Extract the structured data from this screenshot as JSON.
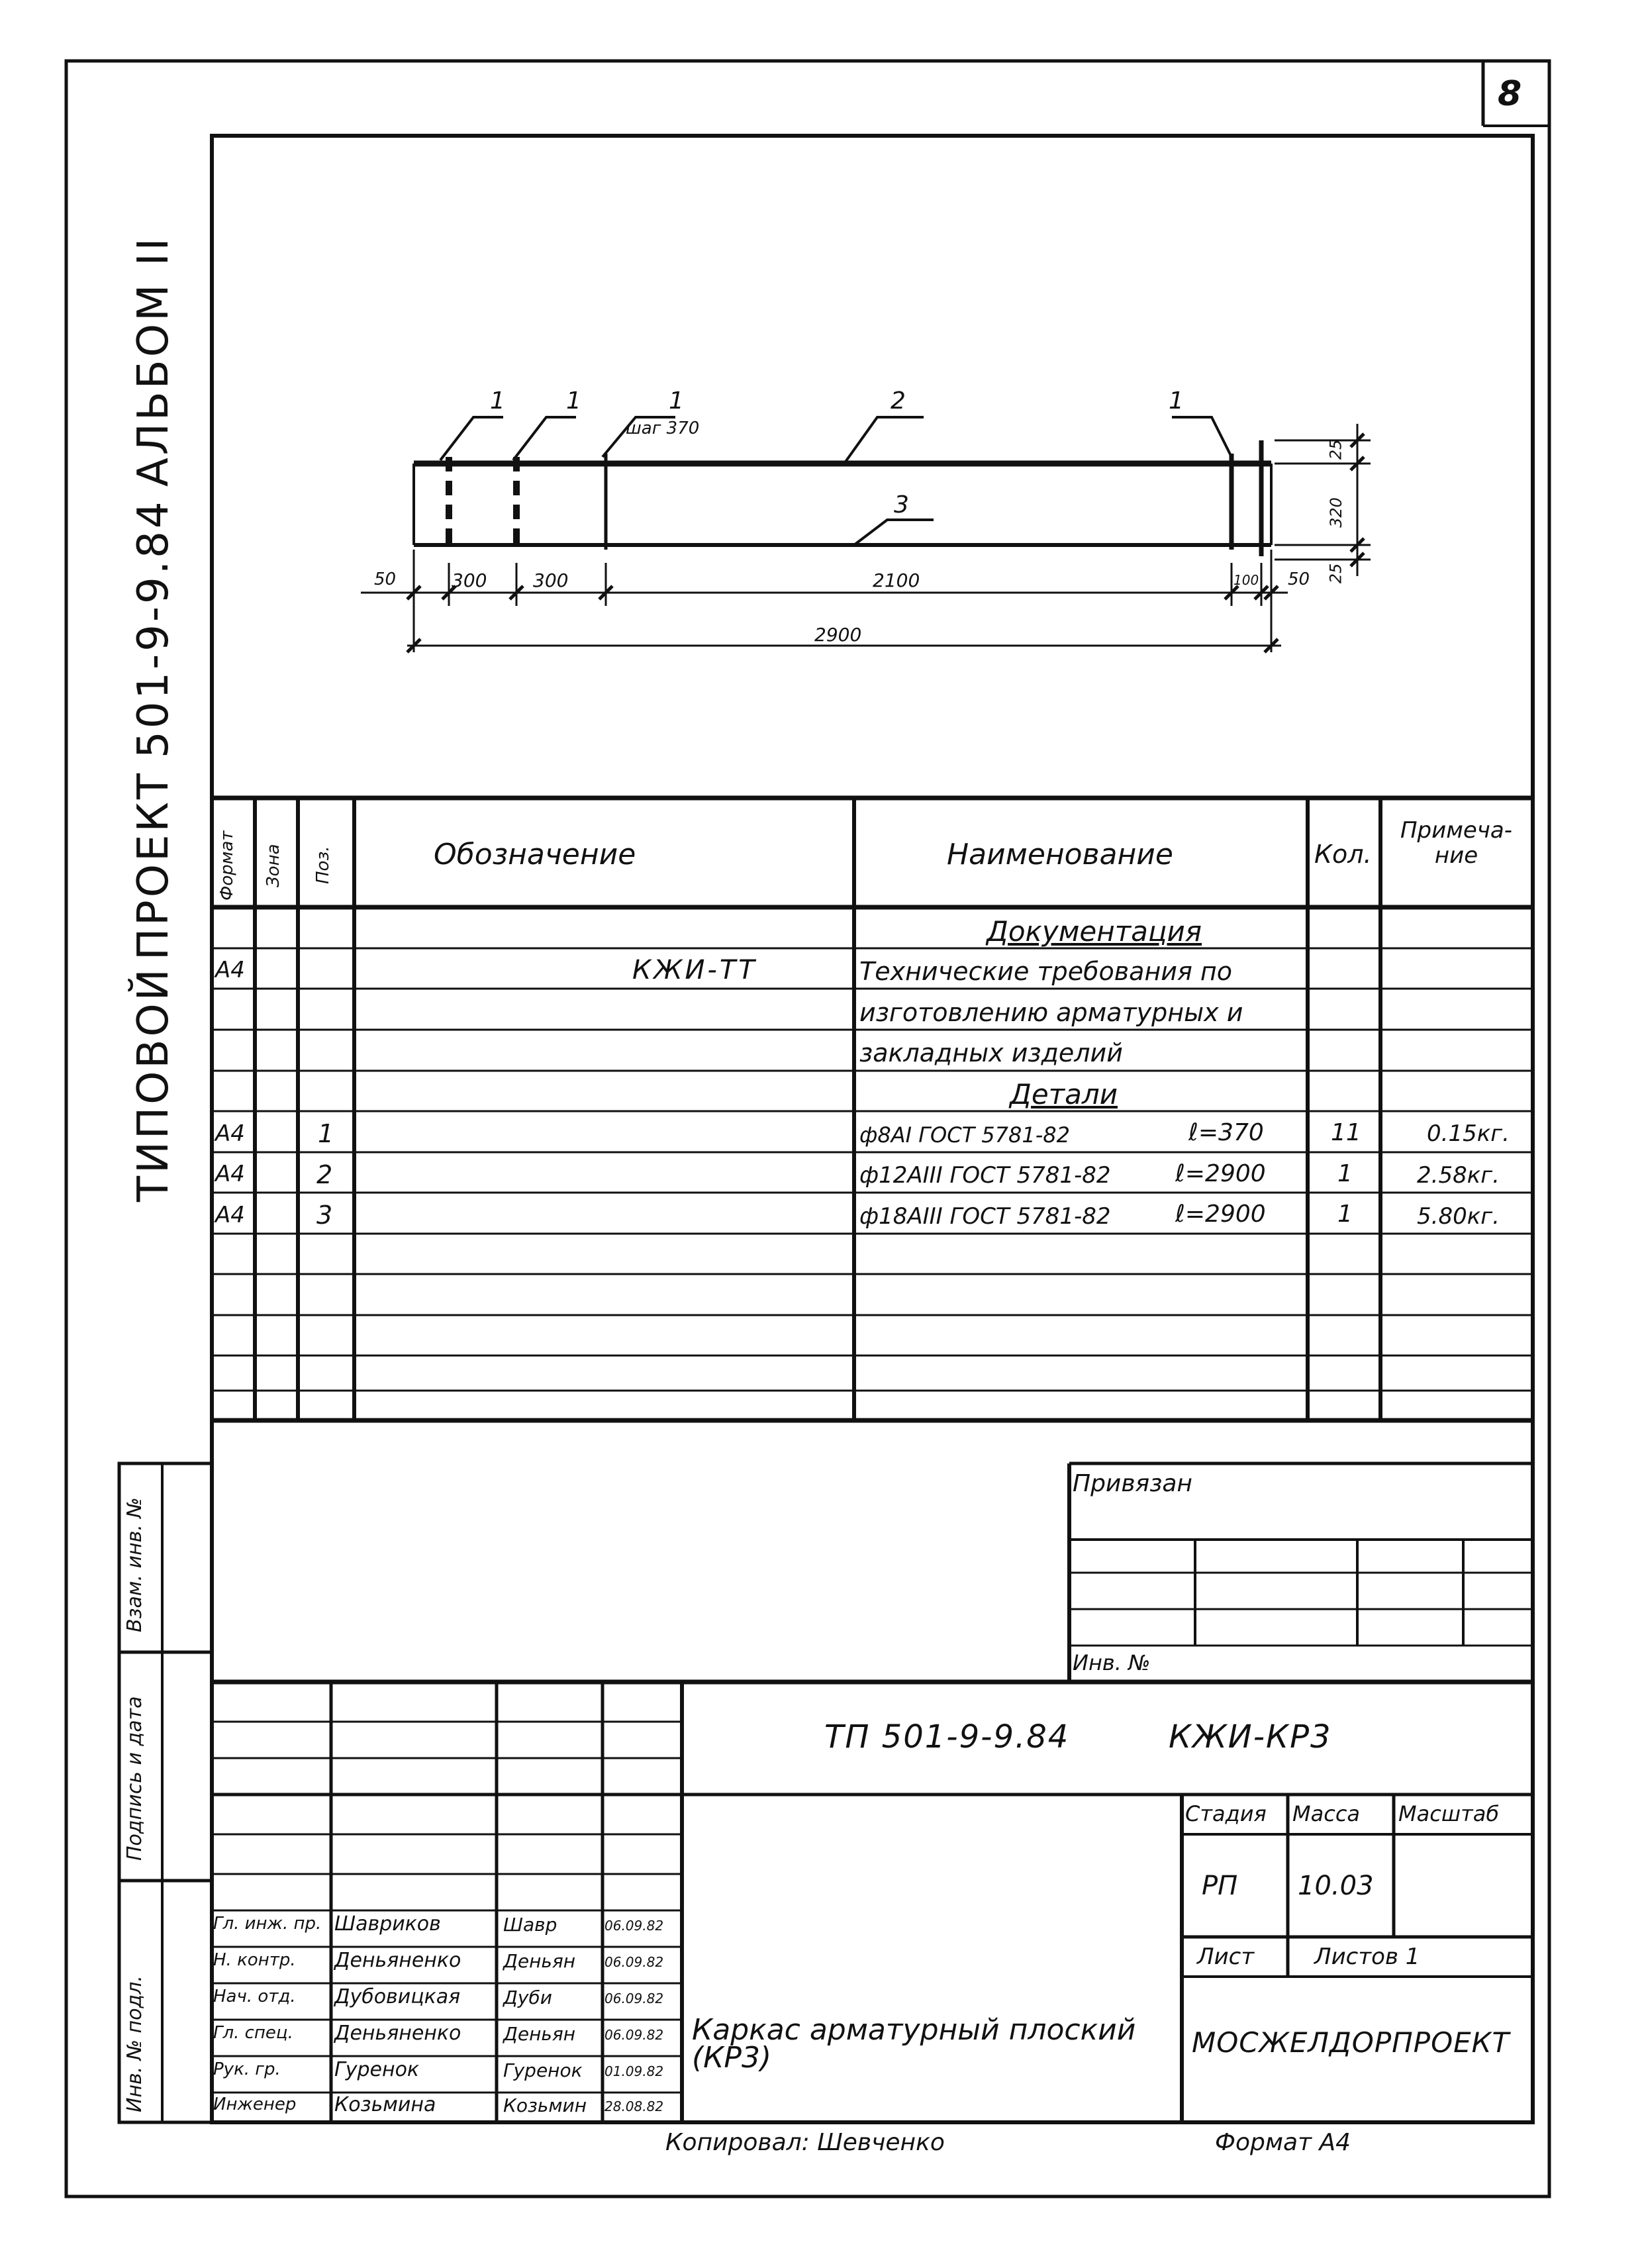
{
  "page_number": "8",
  "album_side": {
    "type_project": "ТИПОВОЙ",
    "project": "ПРОЕКТ",
    "code": "501-9-9.84",
    "album": "АЛЬБОМ II"
  },
  "drawing": {
    "labels": {
      "l1a": "1",
      "l1b": "1",
      "l1c": "1",
      "l1d": "1",
      "l2": "2",
      "l3": "3",
      "step": "шаг 370"
    },
    "dims": {
      "d50a": "50",
      "d300a": "300",
      "d300b": "300",
      "d2100": "2100",
      "d100": "100",
      "d50b": "50",
      "d2900": "2900",
      "d25a": "25",
      "d320": "320",
      "d25b": "25"
    }
  },
  "spec_table": {
    "headers": {
      "format": "Формат",
      "zone": "Зона",
      "pos": "Поз.",
      "designation": "Обозначение",
      "name": "Наименование",
      "qty": "Кол.",
      "note": "Примеча-ние"
    },
    "section_docs": "Документация",
    "doc_row": {
      "format": "А4",
      "designation": "КЖИ-ТТ",
      "name1": "Технические требования по",
      "name2": "изготовлению арматурных и",
      "name3": "закладных изделий"
    },
    "section_details": "Детали",
    "rows": [
      {
        "format": "А4",
        "pos": "1",
        "name": "ф8АI ГОСТ 5781-82",
        "len": "ℓ=370",
        "qty": "11",
        "note": "0.15кг."
      },
      {
        "format": "А4",
        "pos": "2",
        "name": "ф12АIII ГОСТ 5781-82",
        "len": "ℓ=2900",
        "qty": "1",
        "note": "2.58кг."
      },
      {
        "format": "А4",
        "pos": "3",
        "name": "ф18АIII ГОСТ 5781-82",
        "len": "ℓ=2900",
        "qty": "1",
        "note": "5.80кг."
      }
    ]
  },
  "binding": {
    "title": "Привязан",
    "inv": "Инв. №"
  },
  "left_margin": {
    "a": "Взам. инв. №",
    "b": "Подпись и дата",
    "c": "Инв. № подл."
  },
  "title_block": {
    "code": "ТП 501-9-9.84",
    "mark": "КЖИ-КР3",
    "stage_h": "Стадия",
    "mass_h": "Масса",
    "scale_h": "Масштаб",
    "stage": "РП",
    "mass": "10.03",
    "sheet_h": "Лист",
    "sheets_h": "Листов 1",
    "title": "Каркас арматурный плоский (КР3)",
    "org": "МОСЖЕЛДОРПРОЕКТ",
    "people": [
      {
        "role": "Гл. инж. пр.",
        "name": "Шавриков",
        "sign": "Шавр",
        "date": "06.09.82"
      },
      {
        "role": "Н. контр.",
        "name": "Деньяненко",
        "sign": "Деньян",
        "date": "06.09.82"
      },
      {
        "role": "Нач. отд.",
        "name": "Дубовицкая",
        "sign": "Дуби",
        "date": "06.09.82"
      },
      {
        "role": "Гл. спец.",
        "name": "Деньяненко",
        "sign": "Деньян",
        "date": "06.09.82"
      },
      {
        "role": "Рук. гр.",
        "name": "Гуренок",
        "sign": "Гуренок",
        "date": "01.09.82"
      },
      {
        "role": "Инженер",
        "name": "Козьмина",
        "sign": "Козьмин",
        "date": "28.08.82"
      }
    ]
  },
  "footer": {
    "copied": "Копировал: Шевченко",
    "format": "Формат А4"
  }
}
